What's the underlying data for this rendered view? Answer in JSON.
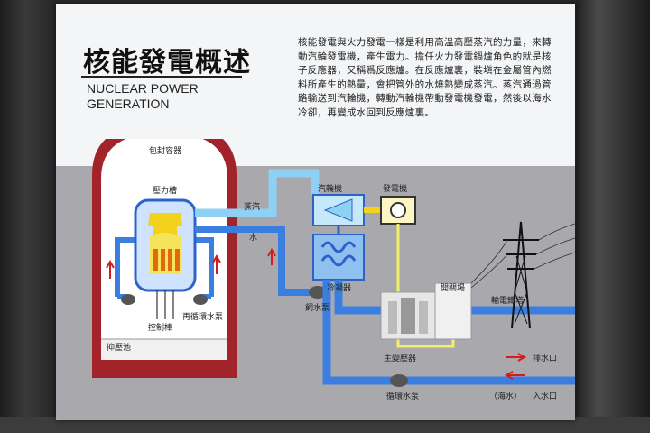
{
  "title_zh": "核能發電概述",
  "title_en_line1": "NUCLEAR POWER",
  "title_en_line2": "GENERATION",
  "description": "核能發電與火力發電一樣是利用高溫高壓蒸汽的力量，來轉動汽輪發電機，產生電力。擔任火力發電鍋爐角色的就是核子反應器，又稱爲反應爐。在反應爐裏，裝塡在金屬管內燃料所產生的熱量，會把管外的水燒熱變成蒸汽。蒸汽通過管路輸送到汽輪機，轉動汽輪機帶動發電機發電，然後以海水冷卻，再變成水回到反應爐裏。",
  "labels": {
    "containment": "包封容器",
    "pressure_vessel": "壓力槽",
    "steam": "蒸汽",
    "water": "水",
    "turbine": "汽輪機",
    "generator": "發電機",
    "condenser": "冷凝器",
    "feed_pump": "飼水泵",
    "recirc_pump": "再循環水泵",
    "control_rod": "控制棒",
    "suppression_pool": "抑壓池",
    "switchyard": "開關場",
    "main_transformer": "主變壓器",
    "transmission_tower": "輸電鐵塔",
    "discharge": "排水口",
    "circ_pump": "循環水泵",
    "seawater": "（海水）",
    "intake": "入水口"
  }
}
